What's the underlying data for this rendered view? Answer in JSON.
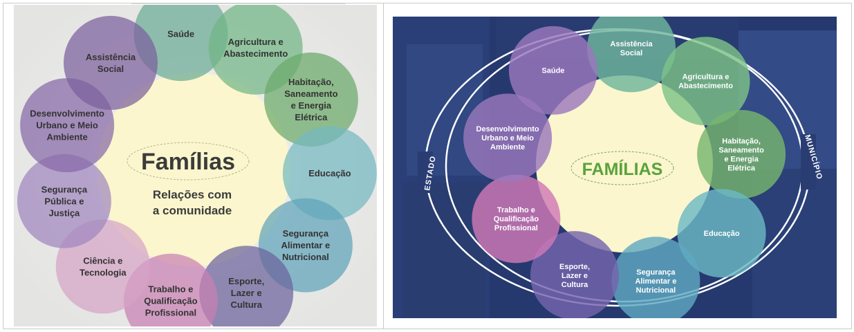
{
  "left_diagram": {
    "center_title": "Famílias",
    "center_subtitle_line1": "Relações com",
    "center_subtitle_line2": "a comunidade",
    "areas": [
      {
        "lines": [
          "Saúde"
        ],
        "color": "#6bab95"
      },
      {
        "lines": [
          "Agricultura e",
          "Abastecimento"
        ],
        "color": "#72b585"
      },
      {
        "lines": [
          "Habitação,",
          "Saneamento",
          "e Energia",
          "Elétrica"
        ],
        "color": "#6ba96a"
      },
      {
        "lines": [
          "Educação"
        ],
        "color": "#74b8c1"
      },
      {
        "lines": [
          "Segurança",
          "Alimentar e",
          "Nutricional"
        ],
        "color": "#5fa4ba"
      },
      {
        "lines": [
          "Esporte,",
          "Lazer e",
          "Cultura"
        ],
        "color": "#6b639c"
      },
      {
        "lines": [
          "Trabalho e",
          "Qualificação",
          "Profissional"
        ],
        "color": "#c97fb3"
      },
      {
        "lines": [
          "Ciência e",
          "Tecnologia"
        ],
        "color": "#d6a4c6"
      },
      {
        "lines": [
          "Segurança",
          "Pública e",
          "Justiça"
        ],
        "color": "#9f86bf"
      },
      {
        "lines": [
          "Desenvolvimento",
          "Urbano e Meio",
          "Ambiente"
        ],
        "color": "#8668a8"
      },
      {
        "lines": [
          "Assistência",
          "Social"
        ],
        "color": "#7b609c"
      }
    ]
  },
  "right_diagram": {
    "center_title": "FAMÍLIAS",
    "ring_label_left": "ESTADO",
    "ring_label_right": "MUNICÍPIO",
    "areas": [
      {
        "lines": [
          "Assistência",
          "Social"
        ],
        "color": "#6fb59c"
      },
      {
        "lines": [
          "Agricultura e",
          "Abastecimento"
        ],
        "color": "#7cc287"
      },
      {
        "lines": [
          "Habitação,",
          "Saneamento",
          "e Energia",
          "Elétrica"
        ],
        "color": "#76b46f"
      },
      {
        "lines": [
          "Educação"
        ],
        "color": "#6bb8c4"
      },
      {
        "lines": [
          "Segurança",
          "Alimentar e",
          "Nutricional"
        ],
        "color": "#5fa8c1"
      },
      {
        "lines": [
          "Esporte,",
          "Lazer e",
          "Cultura"
        ],
        "color": "#7564ad"
      },
      {
        "lines": [
          "Trabalho e",
          "Qualificação",
          "Profissional"
        ],
        "color": "#cf79b6"
      },
      {
        "lines": [
          "Desenvolvimento",
          "Urbano e Meio",
          "Ambiente"
        ],
        "color": "#9a78bc"
      },
      {
        "lines": [
          "Saúde"
        ],
        "color": "#9b78bd"
      }
    ]
  }
}
